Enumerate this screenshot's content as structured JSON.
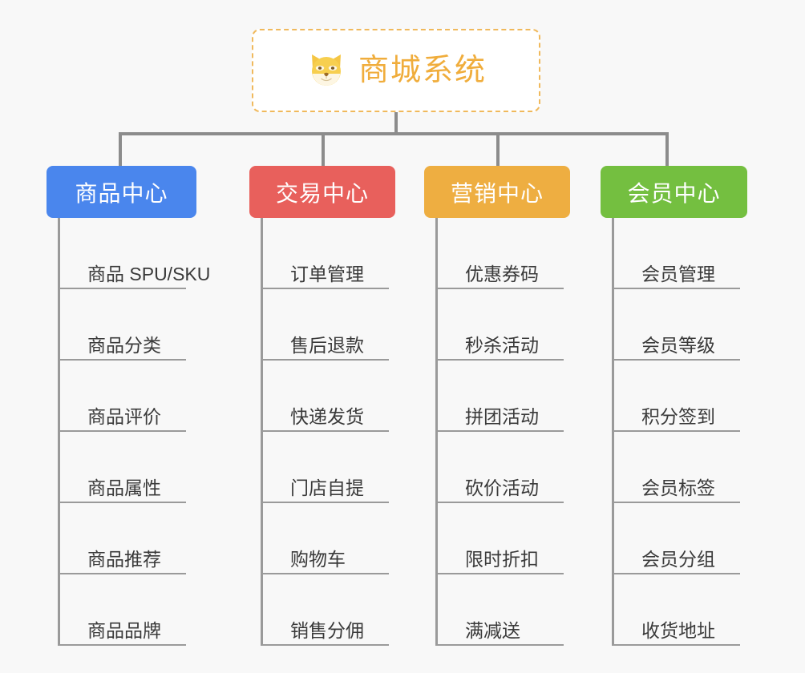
{
  "root": {
    "title": "商城系统",
    "icon": "dog-face-emoji",
    "border_color": "#f0b95c",
    "text_color": "#f0ad3c",
    "background": "#ffffff"
  },
  "canvas": {
    "background": "#f8f8f8",
    "connector_color": "#8c8c8c"
  },
  "branches": [
    {
      "label": "商品中心",
      "color": "#4a86ed",
      "items": [
        "商品 SPU/SKU",
        "商品分类",
        "商品评价",
        "商品属性",
        "商品推荐",
        "商品品牌"
      ]
    },
    {
      "label": "交易中心",
      "color": "#e8605c",
      "items": [
        "订单管理",
        "售后退款",
        "快递发货",
        "门店自提",
        "购物车",
        "销售分佣"
      ]
    },
    {
      "label": "营销中心",
      "color": "#eeae41",
      "items": [
        "优惠券码",
        "秒杀活动",
        "拼团活动",
        "砍价活动",
        "限时折扣",
        "满减送"
      ]
    },
    {
      "label": "会员中心",
      "color": "#74bf40",
      "items": [
        "会员管理",
        "会员等级",
        "积分签到",
        "会员标签",
        "会员分组",
        "收货地址"
      ]
    }
  ]
}
